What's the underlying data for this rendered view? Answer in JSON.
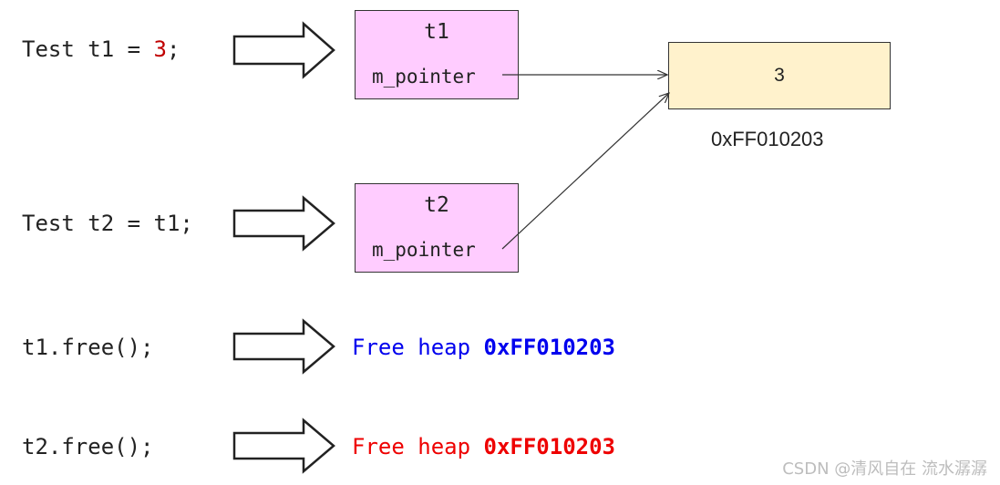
{
  "statements": [
    {
      "prefix": "Test t1 = ",
      "value": "3",
      "suffix": ";"
    },
    {
      "text": "Test t2 = t1;"
    },
    {
      "text": "t1.free();"
    },
    {
      "text": "t2.free();"
    }
  ],
  "objects": [
    {
      "name": "t1",
      "member": "m_pointer"
    },
    {
      "name": "t2",
      "member": "m_pointer"
    }
  ],
  "heap": {
    "value": "3",
    "address": "0xFF010203"
  },
  "free_messages": [
    {
      "label": "Free heap ",
      "address": "0xFF010203",
      "color": "#0000ee"
    },
    {
      "label": "Free heap ",
      "address": "0xFF010203",
      "color": "#ee0000"
    }
  ],
  "colors": {
    "object_fill": "#ffccff",
    "heap_fill": "#fff2cc",
    "literal": "#c00000"
  },
  "watermark": "CSDN @清风自在 流水潺潺"
}
